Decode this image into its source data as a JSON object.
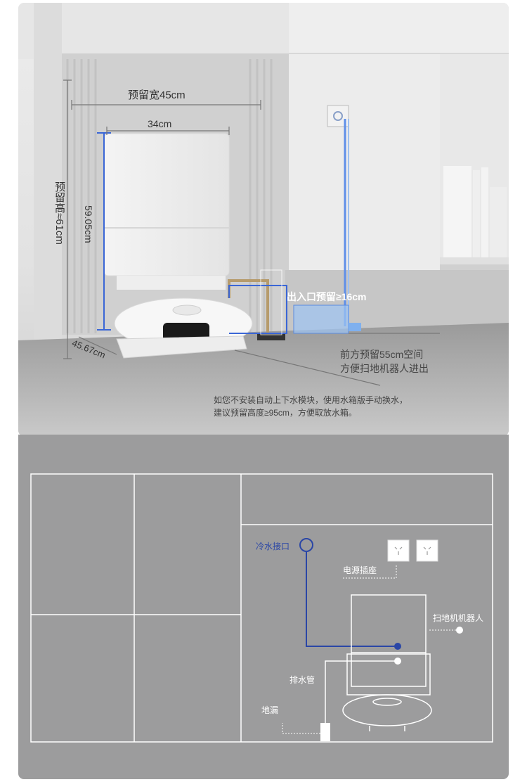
{
  "photo": {
    "width_reserve": "预留宽45cm",
    "dock_width": "34cm",
    "height_reserve": "预留高≈61cm",
    "dock_height": "59.05cm",
    "dock_depth": "45.67cm",
    "outlet_reserve": "出入口预留≥16cm",
    "front_space_line1": "前方预留55cm空间",
    "front_space_line2": "方便扫地机器人进出",
    "note_line1": "如您不安装自动上下水模块，使用水箱版手动换水，",
    "note_line2": "建议预留高度≥95cm，方便取放水箱。"
  },
  "plan": {
    "cold_water": "冷水接口",
    "power_socket": "电源插座",
    "robot": "扫地机机器人",
    "drain_pipe": "排水管",
    "floor_drain": "地漏"
  },
  "colors": {
    "measure_blue": "#3a66d6",
    "plan_blue": "#2a46a6",
    "plan_line": "#ffffff"
  }
}
